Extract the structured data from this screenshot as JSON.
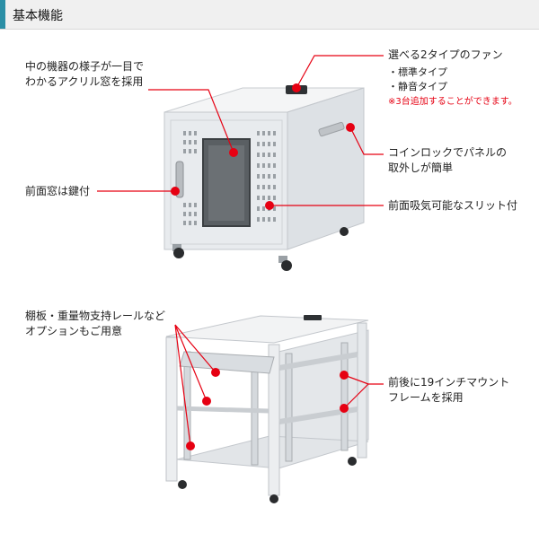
{
  "header": {
    "title": "基本機能"
  },
  "top": {
    "acrylic_window": [
      "中の機器の様子が一目で",
      "わかるアクリル窓を採用"
    ],
    "front_lock": "前面窓は鍵付",
    "fan_title": "選べる2タイプのファン",
    "fan_option_1": "・標準タイプ",
    "fan_option_2": "・静音タイプ",
    "fan_note": "※3台追加することができます。",
    "coin_lock": [
      "コインロックでパネルの",
      "取外しが簡単"
    ],
    "slits": "前面吸気可能なスリット付"
  },
  "bottom": {
    "shelf_options": [
      "棚板・重量物支持レールなど",
      "オプションもご用意"
    ],
    "mount_frame": [
      "前後に19インチマウント",
      "フレームを採用"
    ]
  },
  "colors": {
    "accent": "#2b8fa6",
    "marker": "#e60012",
    "cabinet": "#e9ecef"
  }
}
